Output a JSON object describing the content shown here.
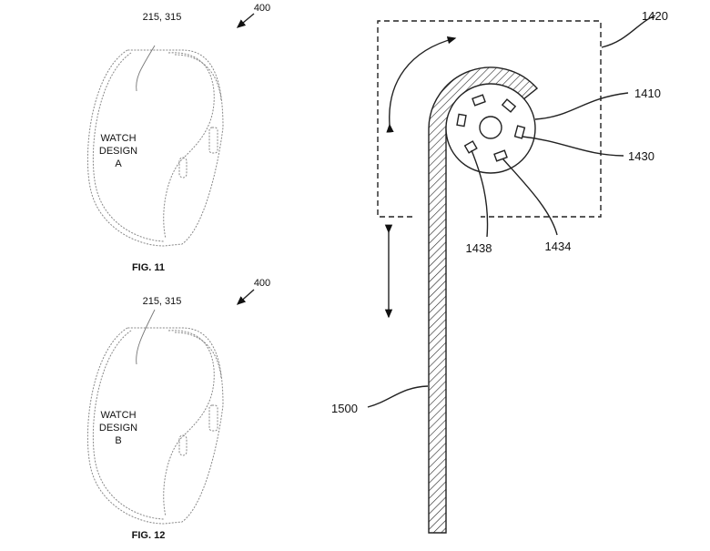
{
  "fig11": {
    "ref_component": "215, 315",
    "ref_device": "400",
    "watch_label": [
      "WATCH",
      "DESIGN",
      "A"
    ],
    "caption": "FIG. 11"
  },
  "fig12": {
    "ref_component": "215, 315",
    "ref_device": "400",
    "watch_label": [
      "WATCH",
      "DESIGN",
      "B"
    ],
    "caption": "FIG. 12"
  },
  "fig14": {
    "labels": {
      "region": "1420",
      "roller": "1410",
      "element_a": "1430",
      "element_b": "1434",
      "element_c": "1438",
      "strip": "1500"
    }
  }
}
